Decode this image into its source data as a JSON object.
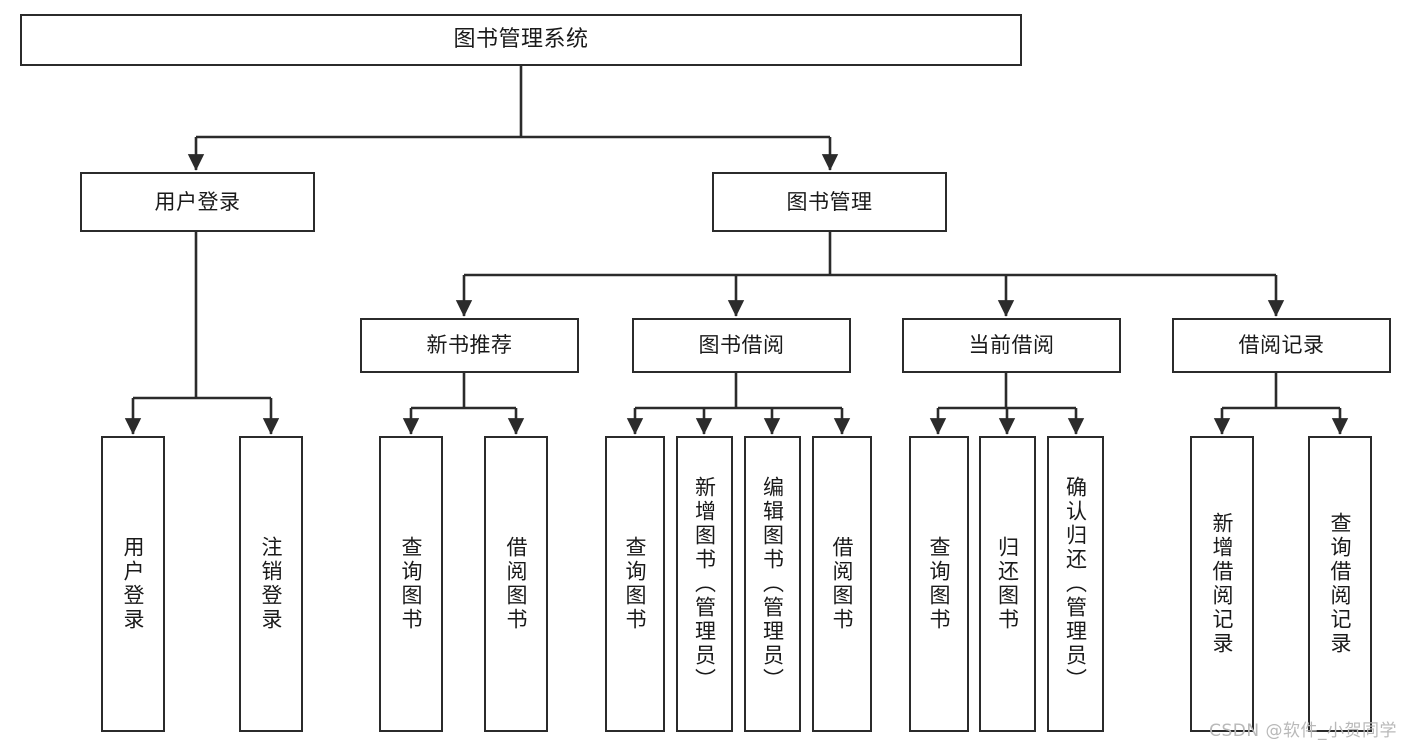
{
  "diagram": {
    "type": "tree",
    "title": "图书管理系统",
    "orientation": "top-down",
    "colors": {
      "box_border": "#2b2b2b",
      "box_fill": "#ffffff",
      "edge": "#2b2b2b",
      "text": "#1a1a1a",
      "watermark": "#b9b9b9",
      "background": "#ffffff"
    }
  },
  "nodes": {
    "root": {
      "label": "图书管理系统"
    },
    "level2": [
      {
        "id": "user-login",
        "label": "用户登录"
      },
      {
        "id": "book-management",
        "label": "图书管理"
      }
    ],
    "level3": [
      {
        "id": "new-book-recommend",
        "label": "新书推荐"
      },
      {
        "id": "book-borrow",
        "label": "图书借阅"
      },
      {
        "id": "current-borrow",
        "label": "当前借阅"
      },
      {
        "id": "borrow-record",
        "label": "借阅记录"
      }
    ],
    "leaves": [
      {
        "id": "leaf-user-login",
        "parent": "user-login",
        "label": "用户登录"
      },
      {
        "id": "leaf-user-logout",
        "parent": "user-login",
        "label": "注销登录"
      },
      {
        "id": "leaf-query-book-1",
        "parent": "new-book-recommend",
        "label": "查询图书"
      },
      {
        "id": "leaf-borrow-book-1",
        "parent": "new-book-recommend",
        "label": "借阅图书"
      },
      {
        "id": "leaf-query-book-2",
        "parent": "book-borrow",
        "label": "查询图书"
      },
      {
        "id": "leaf-add-book",
        "parent": "book-borrow",
        "label": "新增图书（管理员）"
      },
      {
        "id": "leaf-edit-book",
        "parent": "book-borrow",
        "label": "编辑图书（管理员）"
      },
      {
        "id": "leaf-borrow-book-2",
        "parent": "book-borrow",
        "label": "借阅图书"
      },
      {
        "id": "leaf-query-book-3",
        "parent": "current-borrow",
        "label": "查询图书"
      },
      {
        "id": "leaf-return-book",
        "parent": "current-borrow",
        "label": "归还图书"
      },
      {
        "id": "leaf-confirm-return",
        "parent": "current-borrow",
        "label": "确认归还（管理员）"
      },
      {
        "id": "leaf-add-record",
        "parent": "borrow-record",
        "label": "新增借阅记录"
      },
      {
        "id": "leaf-query-record",
        "parent": "borrow-record",
        "label": "查询借阅记录"
      }
    ]
  },
  "watermark": {
    "text": "CSDN @软件_小贺同学"
  }
}
